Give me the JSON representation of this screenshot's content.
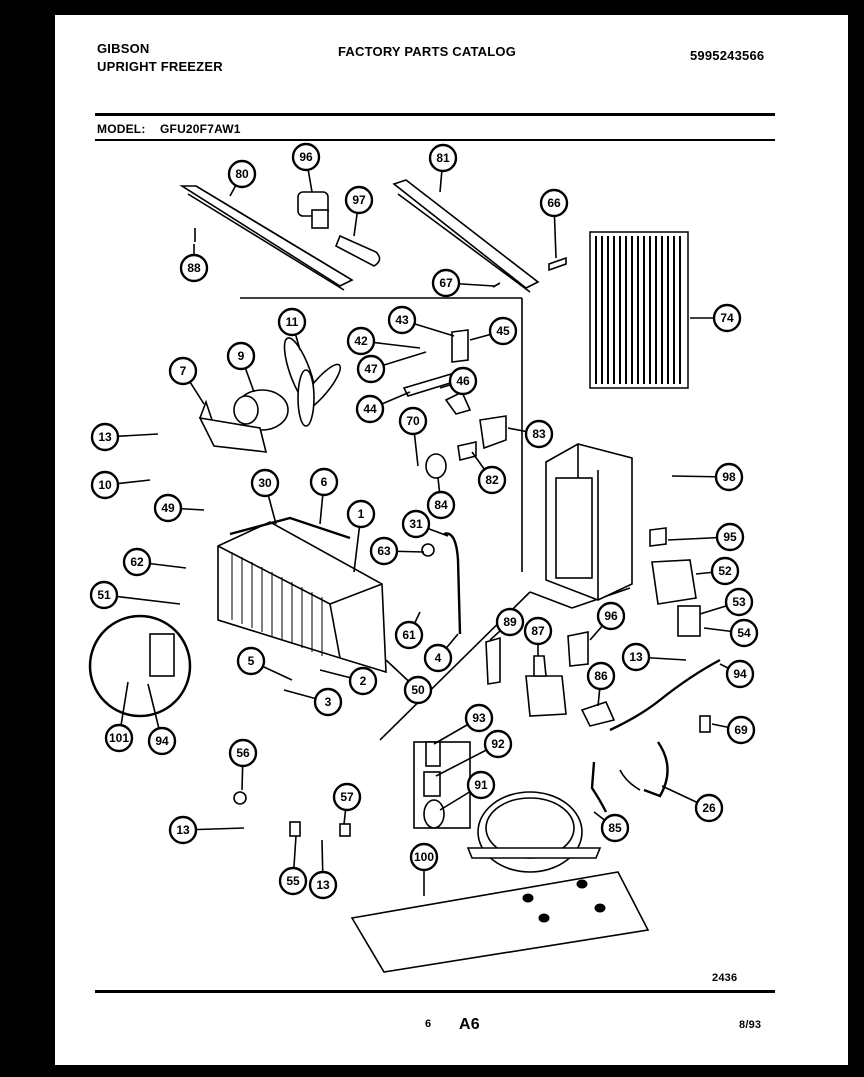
{
  "header": {
    "brand": "GIBSON",
    "product": "UPRIGHT FREEZER",
    "catalog_title": "FACTORY PARTS CATALOG",
    "catalog_number": "5995243566",
    "model_label": "MODEL:",
    "model_value": "GFU20F7AW1"
  },
  "diagram": {
    "callouts": [
      "80",
      "96",
      "97",
      "81",
      "66",
      "88",
      "67",
      "74",
      "11",
      "43",
      "42",
      "45",
      "47",
      "46",
      "9",
      "7",
      "44",
      "70",
      "83",
      "13",
      "82",
      "10",
      "84",
      "98",
      "30",
      "6",
      "1",
      "49",
      "31",
      "63",
      "95",
      "62",
      "52",
      "51",
      "61",
      "53",
      "4",
      "89",
      "96",
      "54",
      "13",
      "87",
      "94",
      "5",
      "2",
      "50",
      "3",
      "101",
      "94",
      "86",
      "69",
      "93",
      "92",
      "56",
      "91",
      "85",
      "26",
      "57",
      "13",
      "55",
      "13",
      "100"
    ],
    "drawing_number": "2436"
  },
  "footer": {
    "page_num": "6",
    "page_code": "A6",
    "date": "8/93"
  }
}
